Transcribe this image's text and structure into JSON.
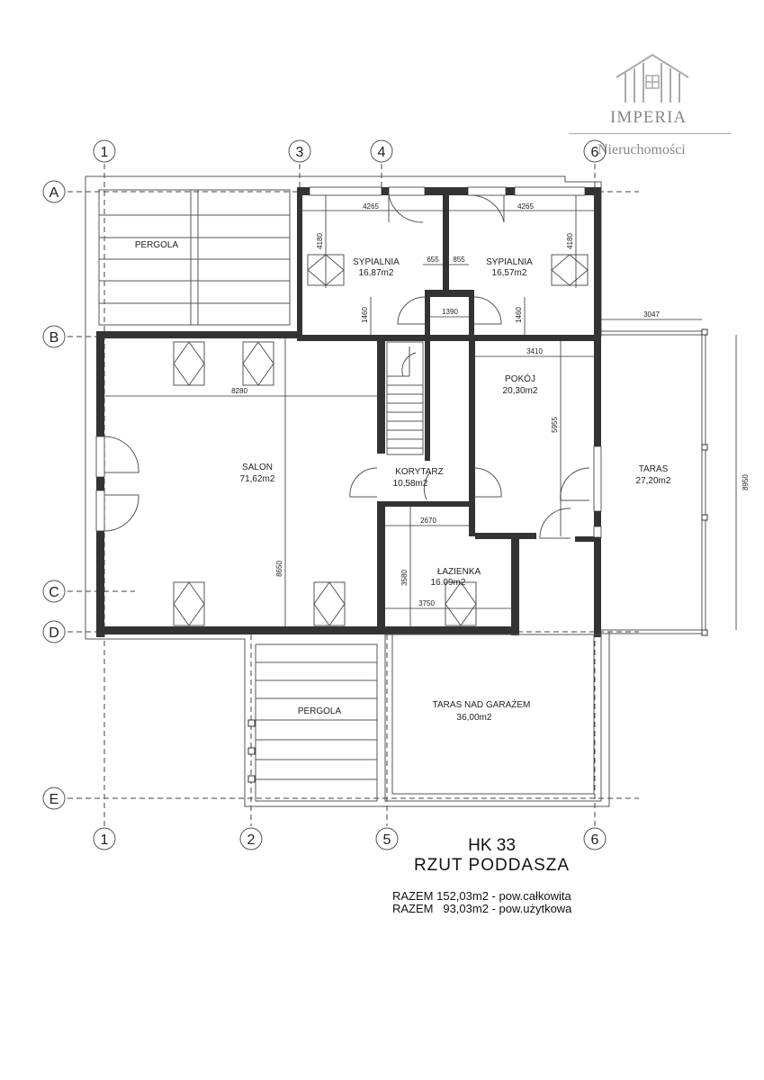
{
  "logo": {
    "name": "IMPERIA",
    "tagline": "Nieruchomości"
  },
  "axes": {
    "top": [
      "1",
      "3",
      "4",
      "6"
    ],
    "bottom": [
      "1",
      "2",
      "5",
      "6"
    ],
    "left": [
      "A",
      "B",
      "C",
      "D",
      "E"
    ]
  },
  "rooms": {
    "pergola_top": "PERGOLA",
    "sypialnia1_name": "SYPIALNIA",
    "sypialnia1_area": "16,87m2",
    "sypialnia2_name": "SYPIALNIA",
    "sypialnia2_area": "16,57m2",
    "salon_name": "SALON",
    "salon_area": "71,62m2",
    "pokoj_name": "POKÓJ",
    "pokoj_area": "20,30m2",
    "korytarz_name": "KORYTARZ",
    "korytarz_area": "10,58m2",
    "lazienka_name": "ŁAZIENKA",
    "lazienka_area": "16.09m2",
    "taras_name": "TARAS",
    "taras_area": "27,20m2",
    "taras_garaz_name": "TARAS NAD GARAŻEM",
    "taras_garaz_area": "36,00m2",
    "pergola_bottom": "PERGOLA"
  },
  "dimensions": {
    "d4265a": "4265",
    "d4265b": "4265",
    "d4180a": "4180",
    "d4180b": "4180",
    "d655": "655",
    "d855": "855",
    "d1390": "1390",
    "d1460a": "1460",
    "d1460b": "1460",
    "d3047": "3047",
    "d3410": "3410",
    "d8280": "8280",
    "d5955": "5955",
    "d8950": "8950",
    "d2670": "2670",
    "d3580": "3580",
    "d3750": "3750",
    "d8650": "8650"
  },
  "title": {
    "code": "HK 33",
    "name": "RZUT PODDASZA"
  },
  "summary": {
    "line1": "RAZEM 152,03m2 - pow.całkowita",
    "line2": "RAZEM   93,03m2 - pow.użytkowa"
  }
}
